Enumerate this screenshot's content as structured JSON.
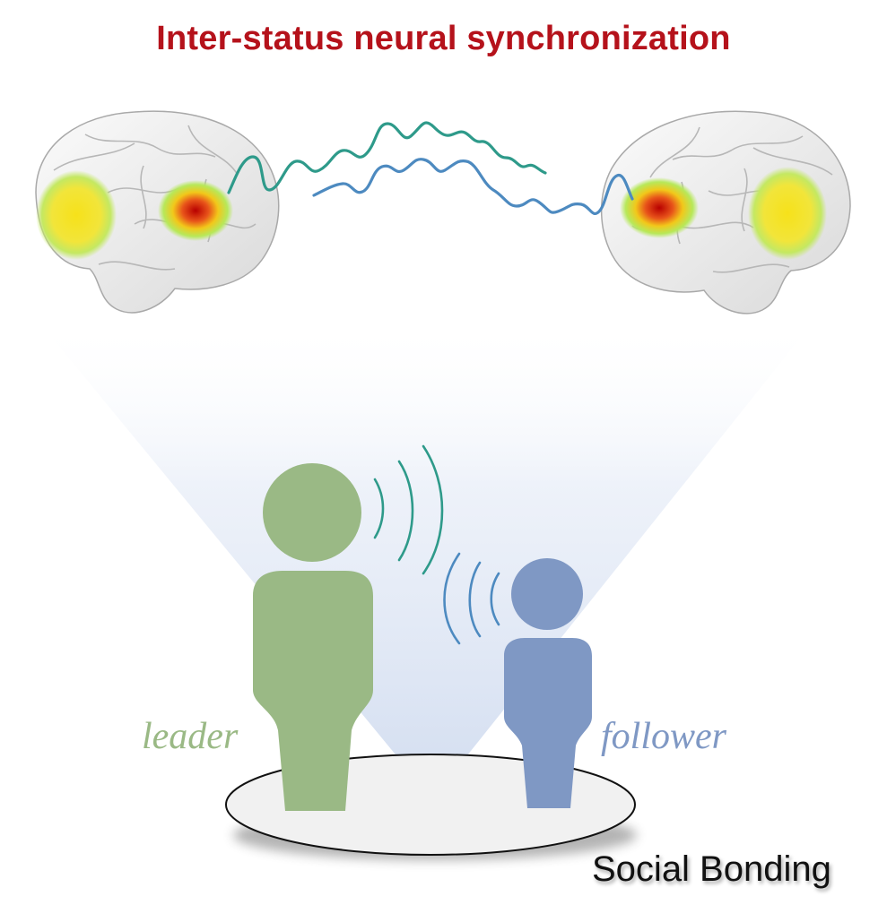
{
  "title": "Inter-status neural synchronization",
  "labels": {
    "leader": "leader",
    "follower": "follower",
    "footer": "Social Bonding"
  },
  "colors": {
    "title": "#b5121b",
    "leader": "#9ab985",
    "follower": "#7f98c4",
    "leader_wave": "#2e9a8a",
    "follower_wave": "#4d8ac0",
    "cone": "#d9e3f3"
  }
}
